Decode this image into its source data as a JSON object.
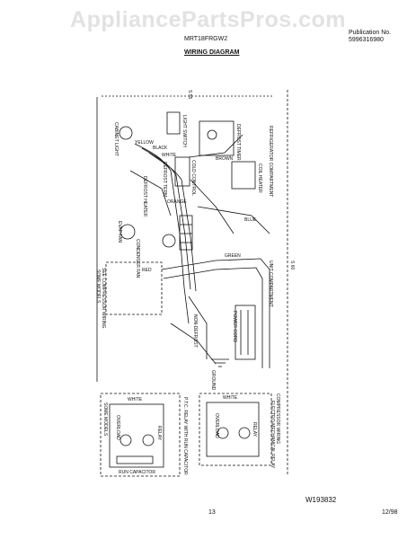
{
  "watermark": "AppliancePartsPros.com",
  "header": {
    "model": "MRT18FRGW2",
    "publication_label": "Publication No.",
    "publication_number": "5996316980",
    "title": "WIRING DIAGRAM"
  },
  "footer": {
    "page": "13",
    "date": "12/98",
    "figure_code": "W193832"
  },
  "labels": {
    "refrigerator_compartment": "REFRIGERATOR COMPARTMENT",
    "unit_compartment": "UNIT COMPARTMENT",
    "compressor_wiring": "COMPRESSOR WIRING",
    "electro_mechanical": "ELECTRO-MECHANICAL RELAY",
    "ptc_relay": "P.T.C. RELAY WITH RUN CAPACITOR",
    "see_compressor": "SEE COMPRESSOR WIRING",
    "some_models": "SOME MODELS",
    "light_switch": "LIGHT SWITCH",
    "cabinet_light": "CABINET LIGHT",
    "defrost_timer": "DEFROST TIMER",
    "defrost_heater": "DEFROST HEATER",
    "evap_fan": "EVAP FAN",
    "condenser_fan": "CONDENSER FAN",
    "cold_control": "COLD CONTROL",
    "coil_heater": "COIL HEATER",
    "defrost_term": "DEFROST TERM",
    "overload": "OVERLOAD",
    "relay": "RELAY",
    "run_capacitor": "RUN CAPACITOR",
    "ground": "GROUND",
    "power_cord": "POWER CORD",
    "non_defrost": "NON-DEFROST",
    "dim_top": "S 55",
    "dim_side": "S 60",
    "yellow": "YELLOW",
    "black": "BLACK",
    "white": "WHITE",
    "brown": "BROWN",
    "blue": "BLUE",
    "red": "RED",
    "green": "GREEN",
    "orange": "ORANGE"
  }
}
